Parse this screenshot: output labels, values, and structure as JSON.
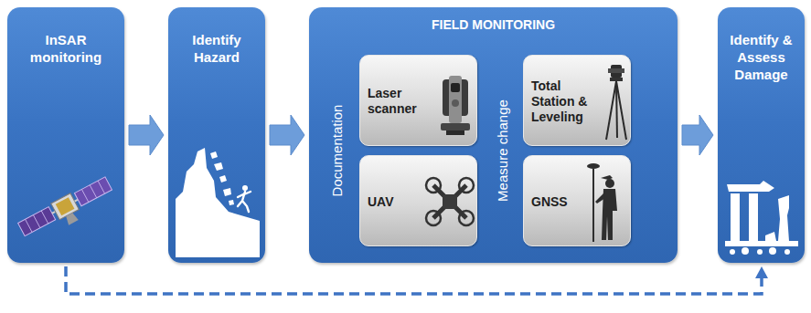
{
  "diagram": {
    "nodes": [
      {
        "text": [
          "InSAR monitoring"
        ]
      },
      {
        "text": [
          "Identify Hazard"
        ]
      },
      {
        "text": [
          "FIELD MONITORING",
          "Documentation",
          "Measure change"
        ]
      },
      {
        "text": [
          "Laser scanner"
        ],
        "in": 2
      },
      {
        "text": [
          "Total Station & Leveling"
        ],
        "in": 2
      },
      {
        "text": [
          "UAV"
        ],
        "in": 2
      },
      {
        "text": [
          "GNSS"
        ],
        "in": 2
      },
      {
        "text": [
          "Identify & Assess Damage"
        ]
      }
    ],
    "edges": [
      {
        "from": 0,
        "to": 1,
        "arrow": "to"
      },
      {
        "from": 1,
        "to": 2,
        "arrow": "to"
      },
      {
        "from": 2,
        "to": 7,
        "arrow": "to"
      },
      {
        "from": 0,
        "to": 7,
        "arrow": "to"
      }
    ]
  }
}
